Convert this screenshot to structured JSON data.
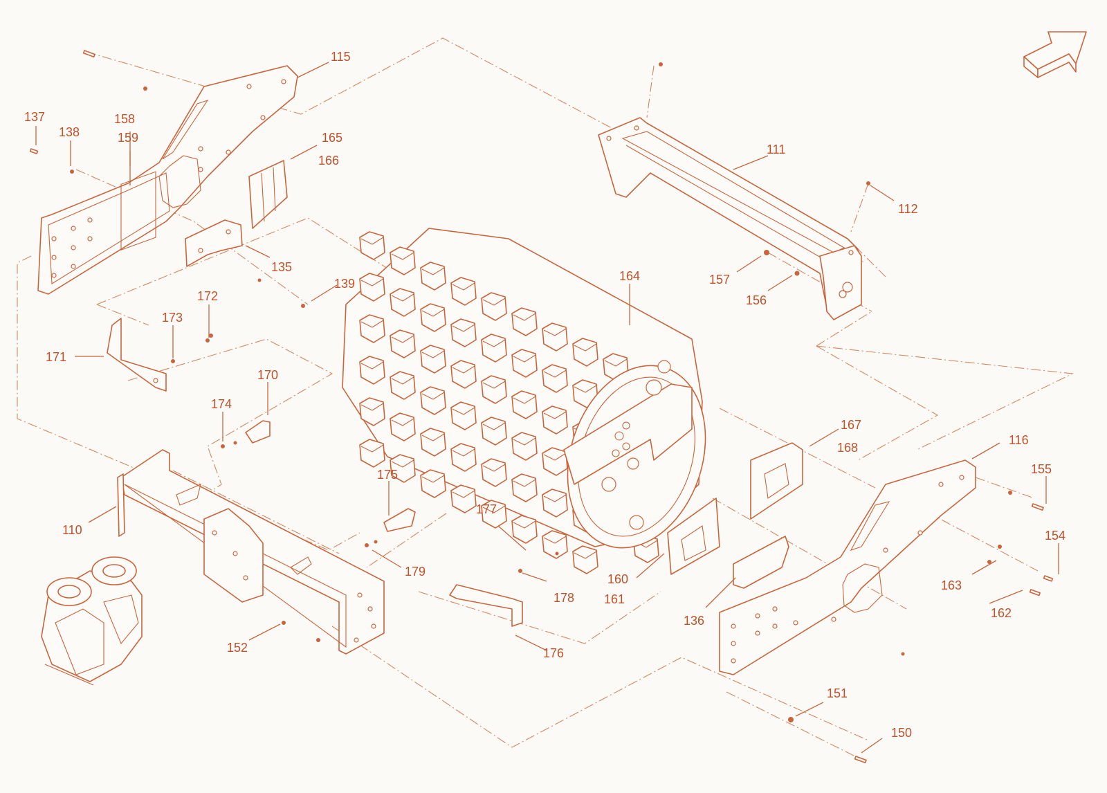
{
  "colors": {
    "background": "#fcfaf6",
    "line": "#c9653d",
    "label": "#c0522b"
  },
  "icons": [
    "orientation-arrow-icon"
  ],
  "callouts": [
    {
      "id": "137",
      "label": "137"
    },
    {
      "id": "138",
      "label": "138"
    },
    {
      "id": "158",
      "label": "158"
    },
    {
      "id": "159",
      "label": "159"
    },
    {
      "id": "115",
      "label": "115"
    },
    {
      "id": "165",
      "label": "165"
    },
    {
      "id": "166",
      "label": "166"
    },
    {
      "id": "135",
      "label": "135"
    },
    {
      "id": "139",
      "label": "139"
    },
    {
      "id": "172",
      "label": "172"
    },
    {
      "id": "173",
      "label": "173"
    },
    {
      "id": "171",
      "label": "171"
    },
    {
      "id": "170",
      "label": "170"
    },
    {
      "id": "174",
      "label": "174"
    },
    {
      "id": "110",
      "label": "110"
    },
    {
      "id": "152",
      "label": "152"
    },
    {
      "id": "175",
      "label": "175"
    },
    {
      "id": "179",
      "label": "179"
    },
    {
      "id": "177",
      "label": "177"
    },
    {
      "id": "178",
      "label": "178"
    },
    {
      "id": "176",
      "label": "176"
    },
    {
      "id": "161",
      "label": "161"
    },
    {
      "id": "160",
      "label": "160"
    },
    {
      "id": "164",
      "label": "164"
    },
    {
      "id": "111",
      "label": "111"
    },
    {
      "id": "112",
      "label": "112"
    },
    {
      "id": "157",
      "label": "157"
    },
    {
      "id": "156",
      "label": "156"
    },
    {
      "id": "167",
      "label": "167"
    },
    {
      "id": "168",
      "label": "168"
    },
    {
      "id": "116",
      "label": "116"
    },
    {
      "id": "155",
      "label": "155"
    },
    {
      "id": "154",
      "label": "154"
    },
    {
      "id": "163",
      "label": "163"
    },
    {
      "id": "162",
      "label": "162"
    },
    {
      "id": "136",
      "label": "136"
    },
    {
      "id": "151",
      "label": "151"
    },
    {
      "id": "150",
      "label": "150"
    }
  ]
}
